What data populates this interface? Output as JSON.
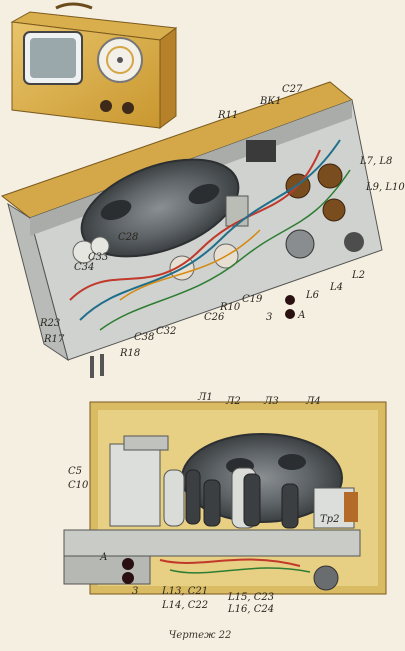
{
  "figure": {
    "caption": "Чертеж 22",
    "top_labels": {
      "r11": "R11",
      "vk1": "ВК1",
      "c27": "C27",
      "l7l8": "L7, L8",
      "l9l10": "L9, L10",
      "l2": "L2",
      "l4": "L4",
      "l6": "L6",
      "a": "А",
      "three": "3",
      "c19": "C19",
      "r10": "R10",
      "c26": "C26",
      "c32": "C32",
      "c38": "C38",
      "r18": "R18",
      "r23": "R23",
      "r17": "R17",
      "c34": "C34",
      "c33": "C33",
      "c28": "C28"
    },
    "bottom_labels": {
      "l1": "Л1",
      "l2": "Л2",
      "l3": "Л3",
      "l4": "Л4",
      "c5": "C5",
      "c10": "C10",
      "a": "А",
      "three": "3",
      "tr2": "Тр2",
      "l13c21": "L13, C21",
      "l14c22": "L14, C22",
      "l15c23": "L15, C23",
      "l16c24": "L16, C24"
    }
  }
}
